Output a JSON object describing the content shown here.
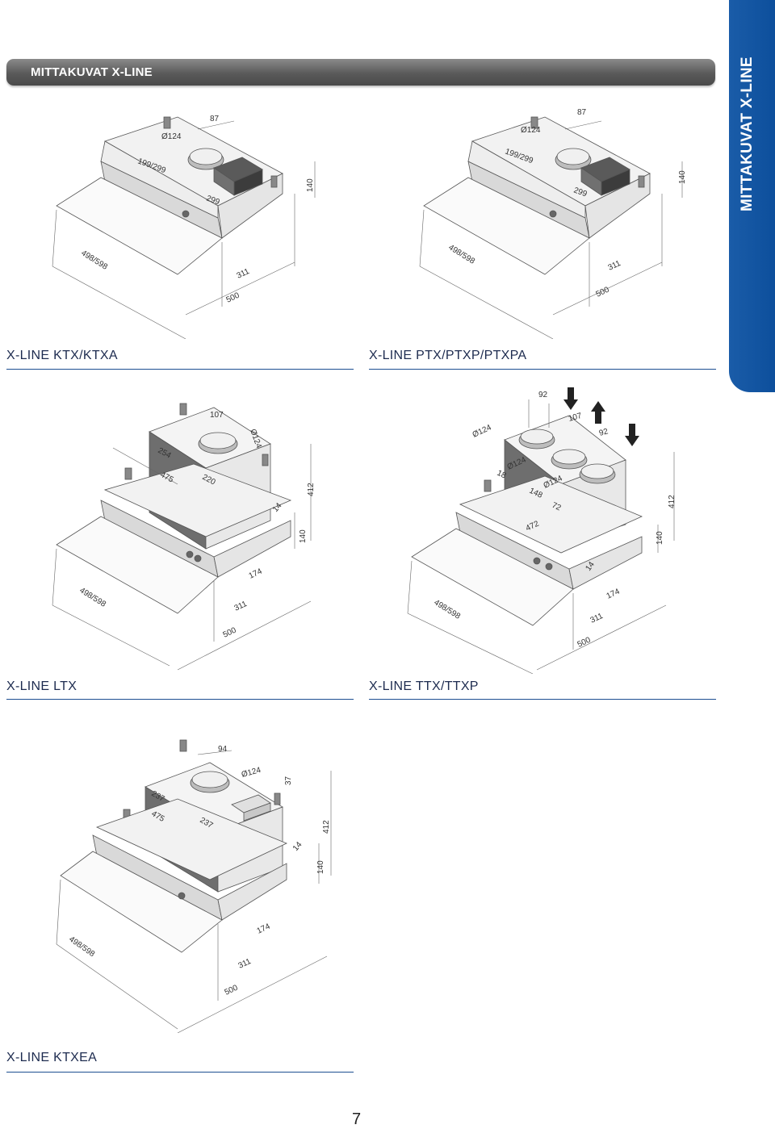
{
  "header": {
    "title": "MITTAKUVAT X-LINE"
  },
  "side_tab": {
    "text": "MITTAKUVAT X-LINE"
  },
  "sections": [
    {
      "label": "X-LINE KTX/KTXA"
    },
    {
      "label": "X-LINE PTX/PTXP/PTXPA"
    },
    {
      "label": "X-LINE LTX"
    },
    {
      "label": "X-LINE TTX/TTXP"
    },
    {
      "label": "X-LINE KTXEA"
    }
  ],
  "dims": {
    "ktx": {
      "d1": "Ø124",
      "d2": "87",
      "d3": "199/299",
      "d4": "299",
      "d5": "140",
      "d6": "498/598",
      "d7": "311",
      "d8": "500"
    },
    "ptx": {
      "d1": "Ø124",
      "d2": "87",
      "d3": "199/299",
      "d4": "299",
      "d5": "140",
      "d6": "498/598",
      "d7": "311",
      "d8": "500"
    },
    "ltx": {
      "d1": "107",
      "d2": "Ø124",
      "d3": "254",
      "d4": "475",
      "d5": "220",
      "d6": "412",
      "d7": "14",
      "d8": "140",
      "d9": "498/598",
      "d10": "174",
      "d11": "311",
      "d12": "500"
    },
    "ttx": {
      "d1": "92",
      "d2": "Ø124",
      "d3": "107",
      "d4": "92",
      "d5": "18",
      "d6": "Ø124",
      "d7": "148",
      "d8": "Ø124",
      "d9": "72",
      "d10": "472",
      "d11": "412",
      "d12": "140",
      "d13": "14",
      "d14": "498/598",
      "d15": "174",
      "d16": "311",
      "d17": "500"
    },
    "ktxea": {
      "d1": "94",
      "d2": "Ø124",
      "d3": "37",
      "d4": "237",
      "d5": "475",
      "d6": "237",
      "d7": "412",
      "d8": "14",
      "d9": "140",
      "d10": "498/598",
      "d11": "174",
      "d12": "311",
      "d13": "500"
    }
  },
  "page": {
    "number": "7"
  }
}
